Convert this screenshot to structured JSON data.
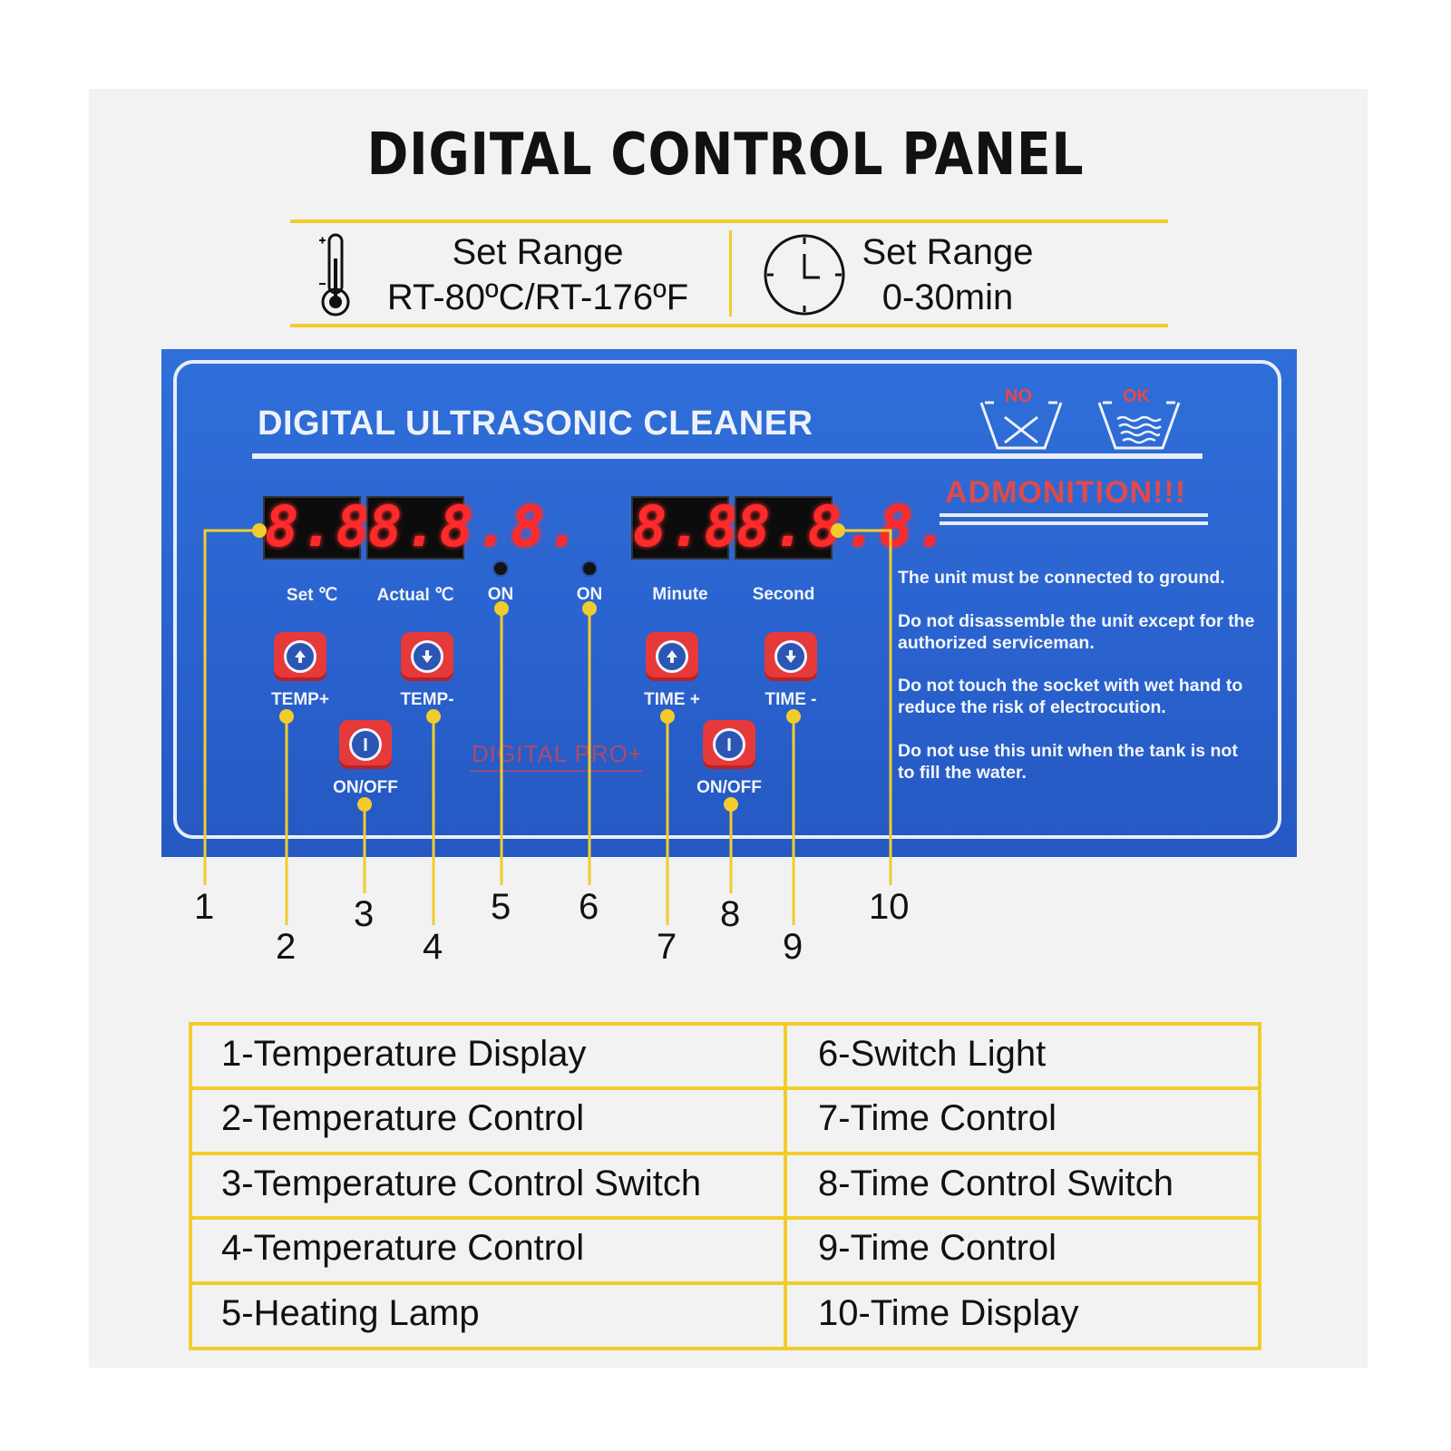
{
  "title": "DIGITAL CONTROL PANEL",
  "temp_range": {
    "label": "Set Range",
    "value": "RT-80ºC/RT-176ºF",
    "icon": "thermometer-icon"
  },
  "time_range": {
    "label": "Set Range",
    "value": "0-30min",
    "icon": "clock-icon"
  },
  "panel": {
    "brand": "DIGITAL ULTRASONIC CLEANER",
    "no_label": "NO",
    "ok_label": "OK",
    "watermark": "DIGITAL PRO+",
    "admonition_title": "ADMONITION!!!",
    "displays": [
      "8.8.8.",
      "8.8.8.",
      "8.8.8.",
      "8.8.8."
    ],
    "display_labels": {
      "set_c": "Set  ℃",
      "actual_c": "Actual ℃",
      "minute": "Minute",
      "second": "Second"
    },
    "on_labels": [
      "ON",
      "ON"
    ],
    "buttons": {
      "temp_plus": "TEMP+",
      "temp_minus": "TEMP-",
      "time_plus": "TIME +",
      "time_minus": "TIME -",
      "onoff_left": "ON/OFF",
      "onoff_right": "ON/OFF"
    },
    "warnings": [
      "The unit must be connected to ground.",
      "Do not disassemble the unit except for the authorized serviceman.",
      "Do not touch the socket with wet hand to reduce the risk of electrocution.",
      "Do not use this unit when the tank is not to fill the water."
    ]
  },
  "callouts": [
    "1",
    "2",
    "3",
    "4",
    "5",
    "6",
    "7",
    "8",
    "9",
    "10"
  ],
  "legend": {
    "left": [
      "1-Temperature Display",
      "2-Temperature Control",
      "3-Temperature Control Switch",
      "4-Temperature Control",
      "5-Heating Lamp"
    ],
    "right": [
      "6-Switch Light",
      "7-Time Control",
      "8-Time Control Switch",
      "9-Time Control",
      "10-Time Display"
    ]
  },
  "colors": {
    "accent_yellow": "#f2cc2c",
    "panel_blue": "#2a63cf",
    "led_red": "#ff2a2a",
    "button_red": "#e6393a"
  }
}
